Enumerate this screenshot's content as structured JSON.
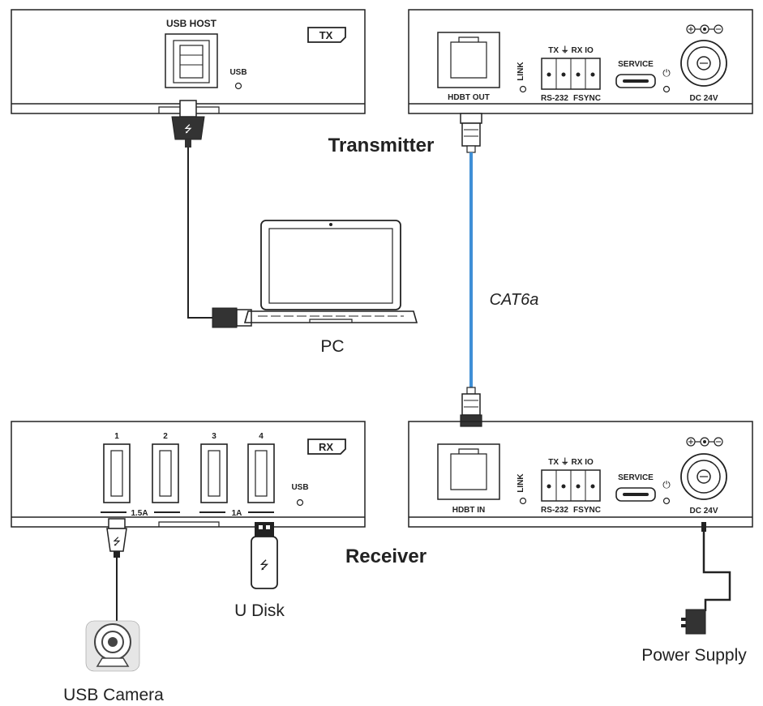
{
  "tx_device": {
    "usb_host_label": "USB HOST",
    "usb_label": "USB",
    "badge": "TX"
  },
  "tx_main": {
    "port_label": "HDBT OUT",
    "link_label": "LINK",
    "term_top": "TX ⏚ RX IO",
    "rs232_label": "RS-232",
    "fsync_label": "FSYNC",
    "service_label": "SERVICE",
    "dc_label": "DC 24V"
  },
  "rx_device": {
    "badge": "RX",
    "usb_label": "USB",
    "port_numbers": [
      "1",
      "2",
      "3",
      "4"
    ],
    "current_left": "1.5A",
    "current_right": "1A"
  },
  "rx_main": {
    "port_label": "HDBT IN",
    "link_label": "LINK",
    "term_top": "TX ⏚ RX IO",
    "rs232_label": "RS-232",
    "fsync_label": "FSYNC",
    "service_label": "SERVICE",
    "dc_label": "DC 24V"
  },
  "labels": {
    "transmitter": "Transmitter",
    "receiver": "Receiver",
    "cable": "CAT6a",
    "pc": "PC",
    "u_disk": "U Disk",
    "usb_camera": "USB Camera",
    "power_supply": "Power Supply"
  },
  "colors": {
    "cable_blue": "#3f8fd6",
    "outline": "#222222"
  }
}
